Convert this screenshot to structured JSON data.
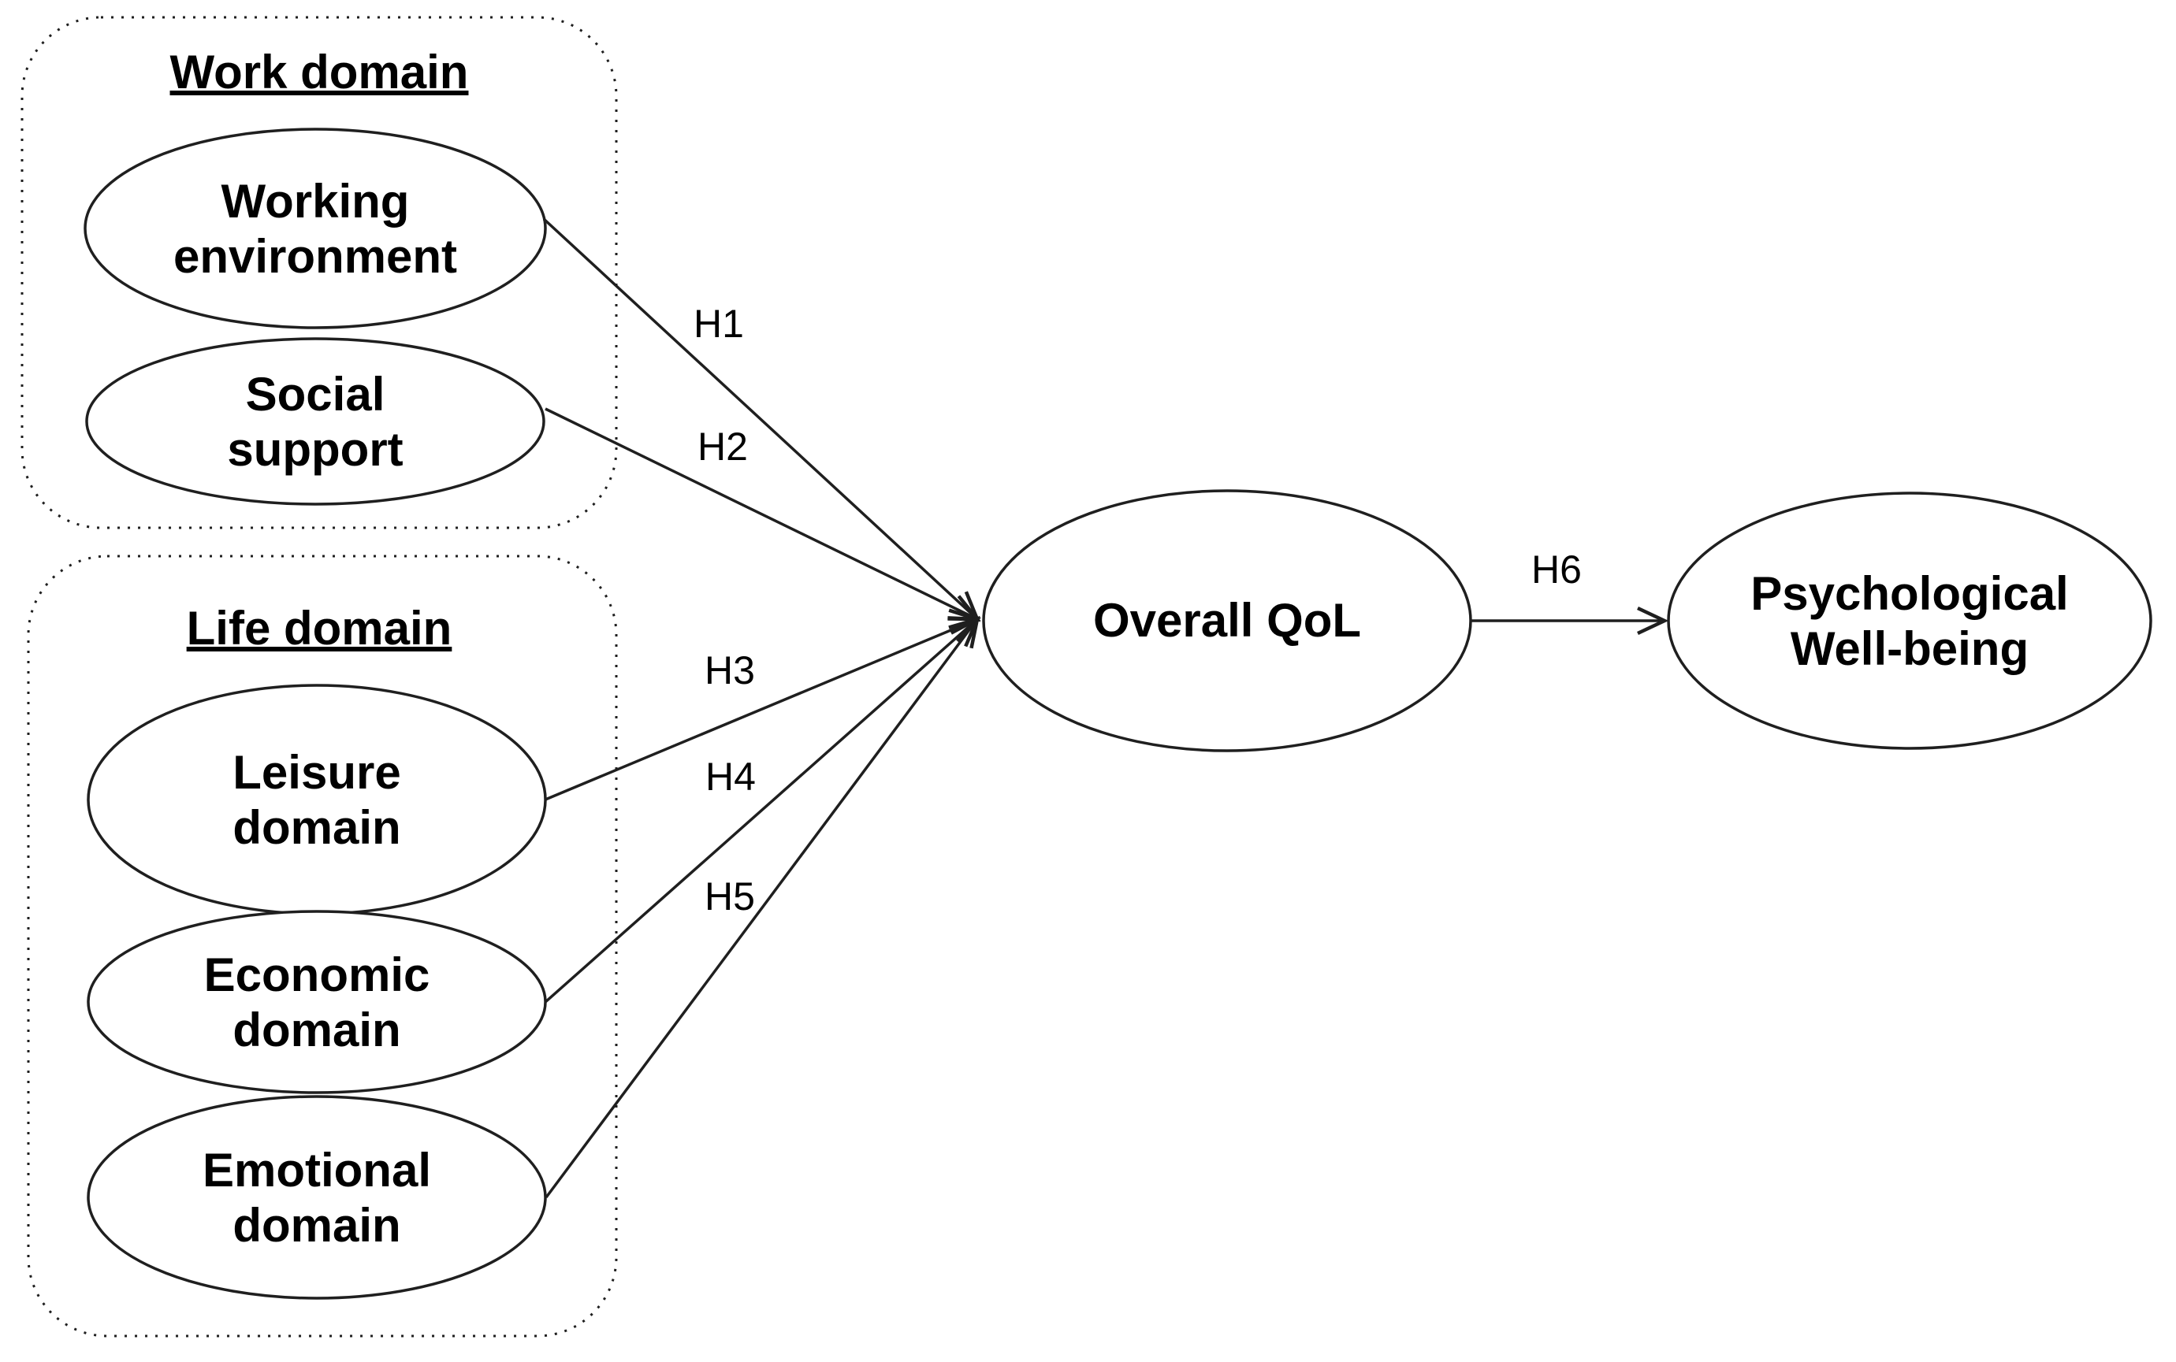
{
  "groups": {
    "work": {
      "title": "Work domain"
    },
    "life": {
      "title": "Life domain"
    }
  },
  "nodes": {
    "working_environment": {
      "line1": "Working",
      "line2": "environment"
    },
    "social_support": {
      "line1": "Social",
      "line2": "support"
    },
    "leisure_domain": {
      "line1": "Leisure",
      "line2": "domain"
    },
    "economic_domain": {
      "line1": "Economic",
      "line2": "domain"
    },
    "emotional_domain": {
      "line1": "Emotional",
      "line2": "domain"
    },
    "overall_qol": {
      "line1": "Overall QoL"
    },
    "psychological_wellbeing": {
      "line1": "Psychological",
      "line2": "Well-being"
    }
  },
  "hypotheses": {
    "h1": "H1",
    "h2": "H2",
    "h3": "H3",
    "h4": "H4",
    "h5": "H5",
    "h6": "H6"
  },
  "colors": {
    "stroke": "#1f1f1f",
    "text": "#000000",
    "background": "#ffffff"
  }
}
